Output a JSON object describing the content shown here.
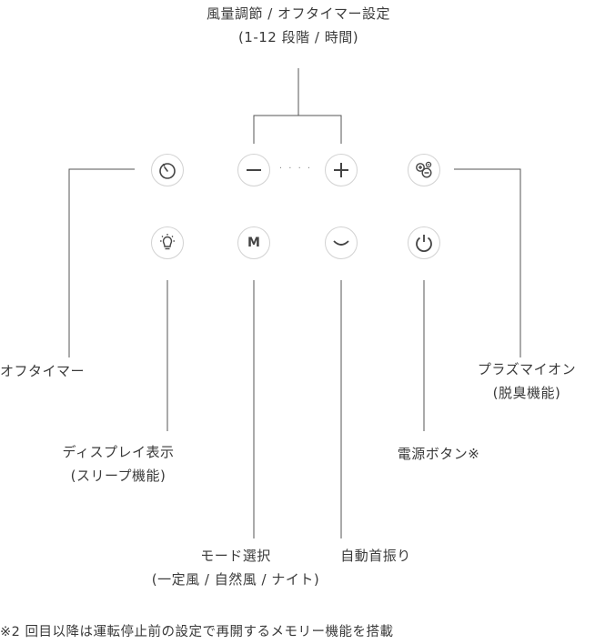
{
  "top_label": {
    "line1": "風量調節 / オフタイマー設定",
    "line2": "(1-12 段階 / 時間)"
  },
  "buttons": {
    "off_timer": {
      "icon": "timer-icon"
    },
    "minus": {
      "icon": "minus-icon"
    },
    "plus": {
      "icon": "plus-icon"
    },
    "plasma_ion": {
      "icon": "ion-icon"
    },
    "display": {
      "icon": "lightbulb-icon"
    },
    "mode": {
      "icon": "mode-icon",
      "letter": "M"
    },
    "swing": {
      "icon": "swing-icon"
    },
    "power": {
      "icon": "power-icon"
    }
  },
  "dots": "· · · ·",
  "labels": {
    "off_timer": "オフタイマー",
    "plasma_ion": {
      "line1": "プラズマイオン",
      "line2": "(脱臭機能)"
    },
    "display": {
      "line1": "ディスプレイ表示",
      "line2": "(スリープ機能)"
    },
    "power": "電源ボタン※",
    "mode": {
      "line1": "モード選択",
      "line2": "(一定風 / 自然風 / ナイト)"
    },
    "swing": "自動首振り"
  },
  "footnote": "※2 回目以降は運転停止前の設定で再開するメモリー機能を搭載",
  "colors": {
    "line": "#555555",
    "button_border": "#d2d2d2",
    "text": "#3a3a3a"
  }
}
